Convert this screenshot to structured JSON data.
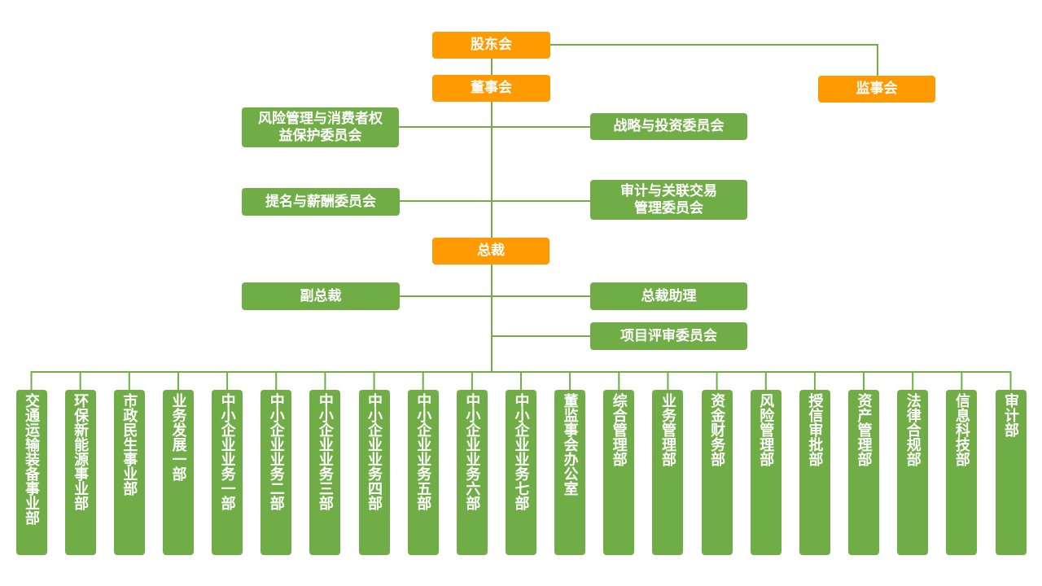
{
  "colors": {
    "primary": "#ff9a00",
    "secondary": "#70ad47",
    "line": "#71ae48"
  },
  "nodes": {
    "shareholders": "股东会",
    "board": "董事会",
    "supervisors": "监事会",
    "risk_committee": [
      "风险管理与消费者权",
      "益保护委员会"
    ],
    "strategy_committee": "战略与投资委员会",
    "nomination_committee": "提名与薪酬委员会",
    "audit_committee": [
      "审计与关联交易",
      "管理委员会"
    ],
    "president": "总裁",
    "vice_president": "副总裁",
    "president_assistant": "总裁助理",
    "project_committee": "项目评审委员会"
  },
  "departments": [
    "交通运输装备事业部",
    "环保新能源事业部",
    "市政民生事业部",
    "业务发展一部",
    "中小企业业务一部",
    "中小企业业务二部",
    "中小企业业务三部",
    "中小企业业务四部",
    "中小企业业务五部",
    "中小企业业务六部",
    "中小企业业务七部",
    "董监事会办公室",
    "综合管理部",
    "业务管理部",
    "资金财务部",
    "风险管理部",
    "授信审批部",
    "资产管理部",
    "法律合规部",
    "信息科技部",
    "审计部"
  ]
}
